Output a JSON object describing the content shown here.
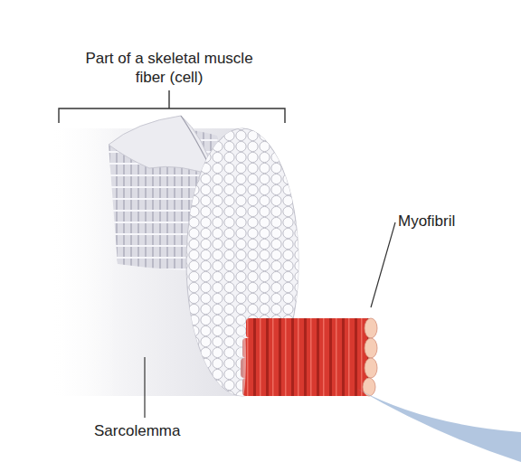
{
  "diagram": {
    "labels": [
      "Part of a skeletal muscle fiber (cell)",
      "Myofibril",
      "Sarcolemma"
    ]
  }
}
